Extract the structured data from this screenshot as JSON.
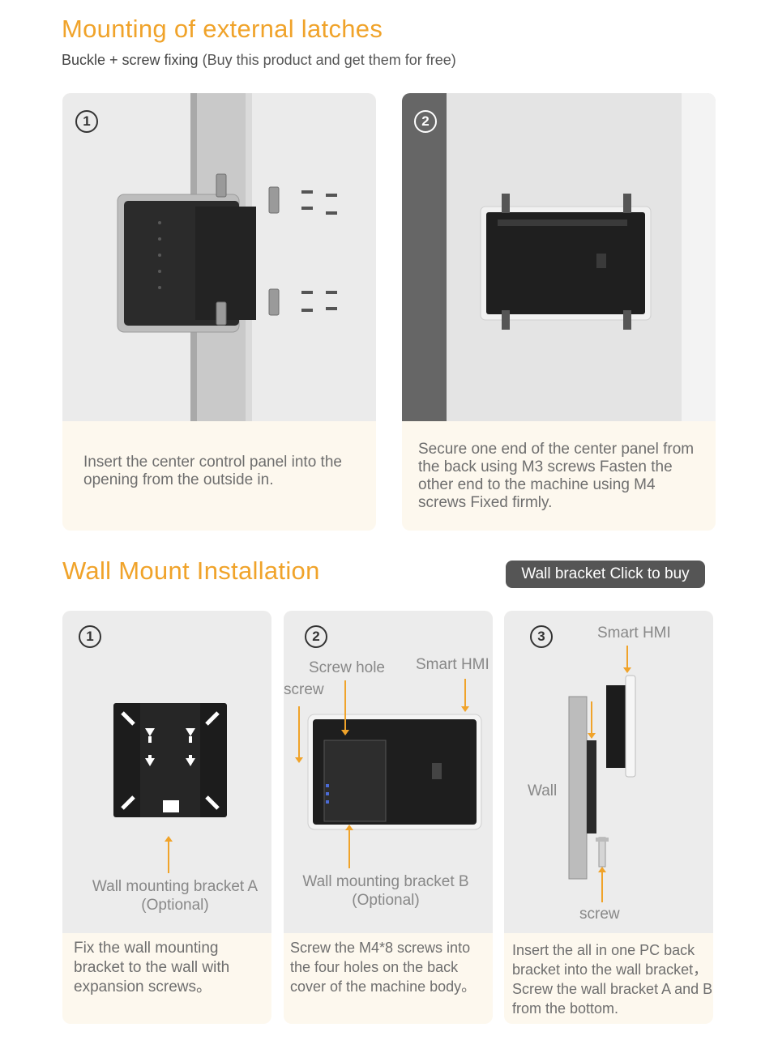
{
  "section1": {
    "title": "Mounting of external latches",
    "subtitle_bold": "Buckle + screw fixing",
    "subtitle_rest": "(Buy this product and get them for free)",
    "cards": [
      {
        "number": "1",
        "caption": "Insert the center control panel into the opening from the outside in."
      },
      {
        "number": "2",
        "caption": "Secure one end of the center panel from the back using M3 screws Fasten the other end to the machine using M4 screws Fixed firmly."
      }
    ]
  },
  "section2": {
    "title": "Wall Mount Installation",
    "buy_button": "Wall bracket Click to buy",
    "cards": [
      {
        "number": "1",
        "label_bracket": "Wall mounting bracket A\n(Optional)",
        "caption": "Fix the wall mounting bracket to the wall with expansion screws。"
      },
      {
        "number": "2",
        "label_screw_hole": "Screw hole",
        "label_smart_hmi": "Smart HMI",
        "label_screw": "screw",
        "label_bracket": "Wall mounting bracket B\n(Optional)",
        "caption": "Screw the M4*8 screws into the four holes on the back cover of the machine body。"
      },
      {
        "number": "3",
        "label_smart_hmi": "Smart HMI",
        "label_wall": "Wall",
        "label_screw": "screw",
        "caption": "Insert the all in one PC back bracket into the wall bracket，Screw the wall bracket A and B from the bottom."
      }
    ]
  },
  "colors": {
    "accent": "#f0a32a",
    "button": "#555555",
    "caption_bg": "#fdf8ee",
    "illus_bg": "#e9e9e9"
  }
}
